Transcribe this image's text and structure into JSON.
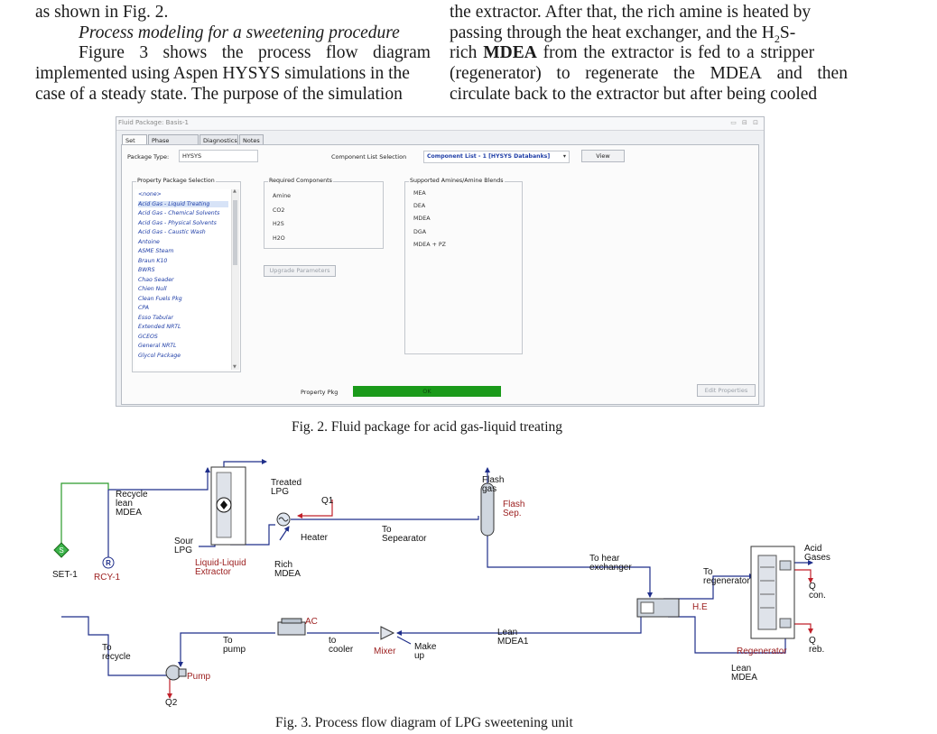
{
  "body_text": {
    "left_line1": "as shown in Fig. 2.",
    "left_heading": "Process modeling for a sweetening procedure",
    "left_line3": [
      "Figure",
      "3",
      "shows",
      "the",
      "process",
      "flow",
      "diagram"
    ],
    "left_line4": "implemented using Aspen HYSYS simulations in the",
    "left_line5": "case of a steady state. The purpose of the simulation",
    "right_line1": "the extractor. After that, the rich amine is heated by",
    "right_line2_a": "passing through the heat exchanger, and the H",
    "right_line2_sub": "2",
    "right_line2_b": "S-",
    "right_line3_a": "rich",
    "right_line3_bold": "MDEA",
    "right_line3_b": "from the extractor is fed to a stripper",
    "right_line4": [
      "(regenerator)",
      "to",
      "regenerate",
      "the",
      "MDEA",
      "and",
      "then"
    ],
    "right_line5": "circulate back to the extractor but after being cooled"
  },
  "fig2": {
    "caption": "Fig. 2. Fluid package for acid gas-liquid treating",
    "window_title": "Fluid Package: Basis-1",
    "window_controls": "▭ ⊟ ⊡",
    "tabs": [
      "Set Up",
      "Phase Handling",
      "Diagnostics",
      "Notes"
    ],
    "package_type_label": "Package Type:",
    "package_type_value": "HYSYS",
    "component_list_label": "Component List Selection",
    "component_list_value": "Component List - 1 [HYSYS Databanks]",
    "view_button": "View",
    "property_package_selection_title": "Property Package Selection",
    "property_packages": [
      "<none>",
      "Acid Gas - Liquid Treating",
      "Acid Gas - Chemical Solvents",
      "Acid Gas - Physical Solvents",
      "Acid Gas - Caustic Wash",
      "Antoine",
      "ASME Steam",
      "Braun K10",
      "BWRS",
      "Chao Seader",
      "Chien Null",
      "Clean Fuels Pkg",
      "CPA",
      "Esso Tabular",
      "Extended NRTL",
      "GCEOS",
      "General NRTL",
      "Glycol Package"
    ],
    "selected_package_index": 1,
    "required_components_title": "Required Components",
    "required_components": [
      "Amine",
      "CO2",
      "H2S",
      "H2O"
    ],
    "upgrade_button": "Upgrade Parameters",
    "supported_amines_title": "Supported Amines/Amine Blends",
    "supported_amines": [
      "MEA",
      "DEA",
      "MDEA",
      "DGA",
      "MDEA + PZ"
    ],
    "property_pkg_label": "Property Pkg",
    "property_pkg_status": "OK",
    "status_color": "#1a9a1a",
    "edit_properties_button": "Edit Properties"
  },
  "fig3": {
    "caption": "Fig. 3. Process flow diagram of LPG sweetening unit",
    "labels": {
      "recycle_lean": [
        "Recycle",
        "lean",
        "MDEA"
      ],
      "sour_lpg": [
        "Sour",
        "LPG"
      ],
      "extractor": [
        "Liquid-Liquid",
        "Extractor"
      ],
      "treated_lpg": [
        "Treated",
        "LPG"
      ],
      "rich_mdea": [
        "Rich",
        "MDEA"
      ],
      "q1": "Q1",
      "heater": "Heater",
      "to_separator": [
        "To",
        "Sepearator"
      ],
      "flash_gas": [
        "Flash",
        "gas"
      ],
      "flash_sep": [
        "Flash",
        "Sep."
      ],
      "to_heat_exchanger": [
        "To hear",
        "exchanger"
      ],
      "to_regenerator": [
        "To",
        "regenerator"
      ],
      "he": "H.E",
      "acid_gases": [
        "Acid",
        "Gases"
      ],
      "q_con": [
        "Q",
        "con."
      ],
      "q_reb": [
        "Q",
        "reb."
      ],
      "regenerator": "Regenerator",
      "lean_mdea": [
        "Lean",
        "MDEA"
      ],
      "lean_mdea1": [
        "Lean",
        "MDEA1"
      ],
      "mixer": "Mixer",
      "make_up": [
        "Make",
        "up"
      ],
      "to_cooler": [
        "to",
        "cooler"
      ],
      "ac": "AC",
      "to_pump": [
        "To",
        "pump"
      ],
      "pump": "Pump",
      "q2": "Q2",
      "to_recycle": [
        "To",
        "recycle"
      ],
      "set1": "SET-1",
      "rcy1": "RCY-1",
      "set_glyph": "S",
      "rcy_glyph": "R"
    },
    "colors": {
      "stream": "#1f2e8a",
      "energy": "#c0202a",
      "control": "#2a9a2a",
      "unit_label": "#9b1d1d"
    }
  }
}
